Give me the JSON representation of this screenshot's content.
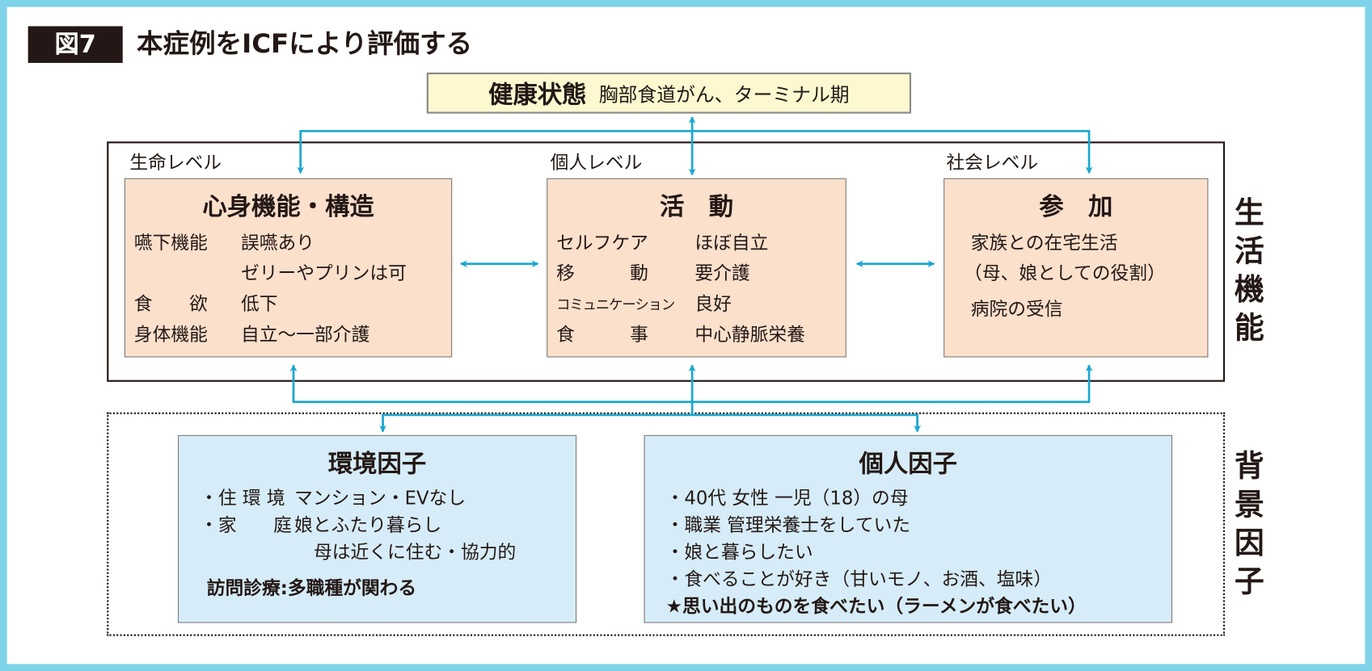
{
  "figure_label": "図7",
  "title": "本症例をICFにより評価する",
  "health": {
    "heading": "健康状態",
    "value": "胸部食道がん、ターミナル期"
  },
  "levels": [
    "生命レベル",
    "個人レベル",
    "社会レベル"
  ],
  "side_labels": {
    "functioning": [
      "生",
      "活",
      "機",
      "能"
    ],
    "background": [
      "背",
      "景",
      "因",
      "子"
    ]
  },
  "body_functions": {
    "title": "心身機能・構造",
    "rows": [
      {
        "key": "嚥下機能",
        "value": "誤嚥あり"
      },
      {
        "key": "",
        "value": "ゼリーやプリンは可"
      },
      {
        "key": "食　　欲",
        "value": "低下"
      },
      {
        "key": "身体機能",
        "value": "自立〜一部介護"
      }
    ]
  },
  "activity": {
    "title": "活　動",
    "rows": [
      {
        "key": "セルフケア",
        "value": "ほぼ自立"
      },
      {
        "key": "移　　　動",
        "value": "要介護"
      },
      {
        "key": "コミュニケーション",
        "value": "良好"
      },
      {
        "key": "食　　　事",
        "value": "中心静脈栄養"
      }
    ]
  },
  "participation": {
    "title": "参　加",
    "lines": [
      "家族との在宅生活",
      "（母、娘としての役割）",
      "病院の受信"
    ]
  },
  "environment": {
    "title": "環境因子",
    "rows": [
      {
        "key": "・住 環 境",
        "value": "マンション・EVなし"
      },
      {
        "key": "・家　　庭",
        "value": "娘とふたり暮らし"
      },
      {
        "key": "",
        "value": "母は近くに住む・協力的"
      }
    ],
    "note": "訪問診療:多職種が関わる"
  },
  "personal": {
    "title": "個人因子",
    "lines": [
      "・40代 女性 一児（18）の母",
      "・職業 管理栄養士をしていた",
      "・娘と暮らしたい",
      "・食べることが好き（甘いモノ、お酒、塩味）"
    ],
    "emphasis": "★思い出のものを食べたい（ラーメンが食べたい）"
  },
  "colors": {
    "arrow": "#1aa6d0",
    "peach": "#fbe0cc",
    "blue": "#d6ecf8",
    "yellow": "#fdf8d0",
    "frame": "#7fd3e8"
  }
}
